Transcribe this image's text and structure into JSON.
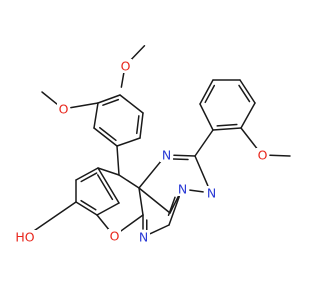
{
  "molecule": {
    "background": "#ffffff",
    "bond_color": "#1a1a1a",
    "element_colors": {
      "O": "#e8261c",
      "N": "#2b3bd6"
    },
    "atoms": [
      {
        "id": "me1",
        "label": ""
      },
      {
        "id": "o1",
        "label": "O",
        "element": "O"
      },
      {
        "id": "me2",
        "label": ""
      },
      {
        "id": "o2",
        "label": "O",
        "element": "O"
      },
      {
        "id": "me3",
        "label": ""
      },
      {
        "id": "o3",
        "label": "O",
        "element": "O"
      },
      {
        "id": "n1",
        "label": "N",
        "element": "N"
      },
      {
        "id": "n2",
        "label": "N",
        "element": "N"
      },
      {
        "id": "n3",
        "label": "N",
        "element": "N"
      },
      {
        "id": "n4",
        "label": "N",
        "element": "N"
      },
      {
        "id": "o4",
        "label": "O",
        "element": "O"
      },
      {
        "id": "oh",
        "label": "HO",
        "element": "O"
      }
    ]
  }
}
